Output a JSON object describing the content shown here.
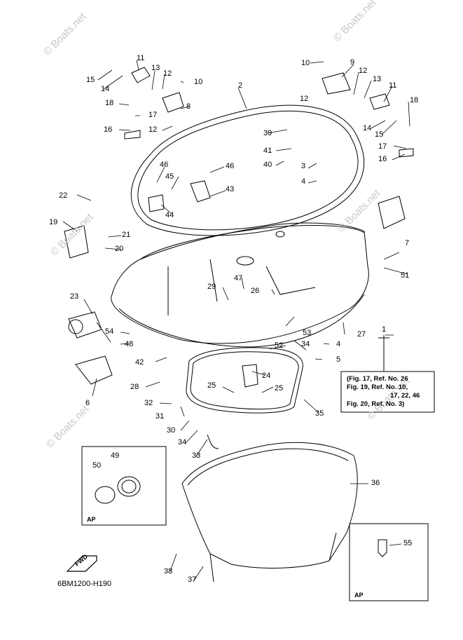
{
  "watermark": "© Boats.net",
  "drawing_code": "6BM1200-H190",
  "fwd_label": "FWD",
  "ap_label": "AP",
  "reference_box": {
    "lines": [
      "(Fig. 17, Ref. No. 26",
      "Fig. 19, Ref. No. 10,",
      "17, 22, 46",
      "Fig. 20, Ref. No. 3)"
    ]
  },
  "part_numbers": [
    "1",
    "2",
    "3",
    "4",
    "5",
    "6",
    "7",
    "8",
    "9",
    "10",
    "11",
    "12",
    "13",
    "14",
    "15",
    "16",
    "17",
    "18",
    "19",
    "20",
    "21",
    "22",
    "23",
    "24",
    "25",
    "26",
    "27",
    "28",
    "29",
    "30",
    "31",
    "32",
    "33",
    "34",
    "35",
    "36",
    "37",
    "38",
    "39",
    "40",
    "41",
    "42",
    "43",
    "44",
    "45",
    "46",
    "47",
    "48",
    "49",
    "50",
    "51",
    "52",
    "53",
    "54",
    "55"
  ]
}
